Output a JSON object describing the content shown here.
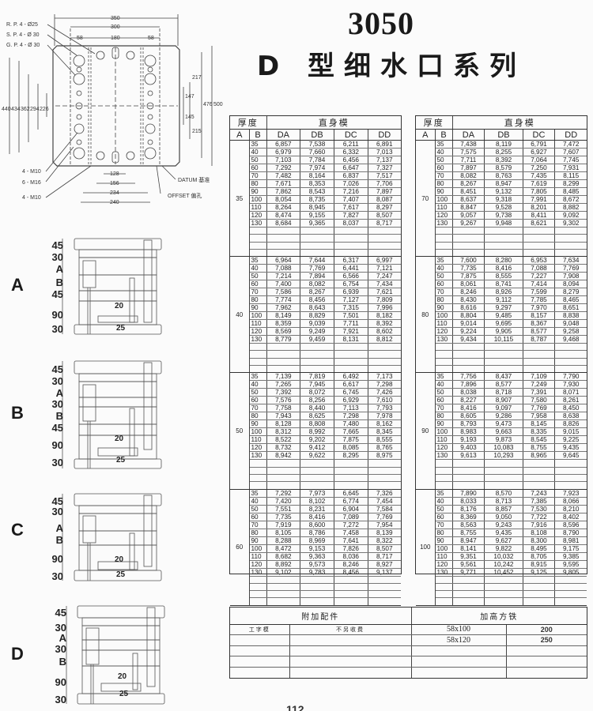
{
  "title": {
    "model": "3050",
    "series": "D 型细水口系列"
  },
  "plan_drawing": {
    "labels": {
      "rp": "R. P. 4 - Ø25",
      "sp": "S. P. 4 - Ø 30",
      "gp": "G. P. 4 - Ø 30",
      "m10_top": "4 - M10",
      "m16": "6 - M16",
      "m10_bottom": "4 - M10",
      "datum": "DATUM 基准",
      "offset": "OFFSET 偏孔"
    },
    "dims_top": [
      "350",
      "300",
      "58",
      "180",
      "58"
    ],
    "dims_left": [
      "440",
      "434",
      "362",
      "294",
      "226"
    ],
    "dims_right": [
      "217",
      "147",
      "145",
      "215",
      "476",
      "500"
    ],
    "dims_bottom": [
      "128",
      "156",
      "234",
      "240"
    ]
  },
  "side_views": [
    {
      "type": "A",
      "dims": [
        "45",
        "30",
        "A",
        "B",
        "45",
        "90",
        "30"
      ],
      "detail": [
        "20",
        "25"
      ]
    },
    {
      "type": "B",
      "dims": [
        "45",
        "30",
        "A",
        "30",
        "B",
        "45",
        "90",
        "30"
      ],
      "detail": [
        "20",
        "25"
      ]
    },
    {
      "type": "C",
      "dims": [
        "45",
        "30",
        "A",
        "B",
        "90",
        "30"
      ],
      "detail": [
        "20",
        "25"
      ]
    },
    {
      "type": "D",
      "dims": [
        "45",
        "30",
        "A",
        "30",
        "B",
        "90",
        "30"
      ],
      "detail": [
        "20",
        "25"
      ]
    }
  ],
  "spec_tables": {
    "header_thickness": "厚度",
    "header_model": "直身模",
    "col_a": "A",
    "col_b": "B",
    "columns": [
      "DA",
      "DB",
      "DC",
      "DD"
    ],
    "left": [
      {
        "a": "35",
        "rows": [
          [
            "35",
            "6,857",
            "7,538",
            "6,211",
            "6,891"
          ],
          [
            "40",
            "6,979",
            "7,660",
            "6,332",
            "7,013"
          ],
          [
            "50",
            "7,103",
            "7,784",
            "6,456",
            "7,137"
          ],
          [
            "60",
            "7,292",
            "7,974",
            "6,647",
            "7,327"
          ],
          [
            "70",
            "7,482",
            "8,164",
            "6,837",
            "7,517"
          ],
          [
            "80",
            "7,671",
            "8,353",
            "7,026",
            "7,706"
          ],
          [
            "90",
            "7,862",
            "8,543",
            "7,216",
            "7,897"
          ],
          [
            "100",
            "8,054",
            "8,735",
            "7,407",
            "8,087"
          ],
          [
            "110",
            "8,264",
            "8,945",
            "7,617",
            "8,297"
          ],
          [
            "120",
            "8,474",
            "9,155",
            "7,827",
            "8,507"
          ],
          [
            "130",
            "8,684",
            "9,365",
            "8,037",
            "8,717"
          ]
        ]
      },
      {
        "a": "40",
        "rows": [
          [
            "35",
            "6,964",
            "7,644",
            "6,317",
            "6,997"
          ],
          [
            "40",
            "7,088",
            "7,769",
            "6,441",
            "7,121"
          ],
          [
            "50",
            "7,214",
            "7,894",
            "6,566",
            "7,247"
          ],
          [
            "60",
            "7,400",
            "8,082",
            "6,754",
            "7,434"
          ],
          [
            "70",
            "7,586",
            "8,267",
            "6,939",
            "7,621"
          ],
          [
            "80",
            "7,774",
            "8,456",
            "7,127",
            "7,809"
          ],
          [
            "90",
            "7,962",
            "8,643",
            "7,315",
            "7,996"
          ],
          [
            "100",
            "8,149",
            "8,829",
            "7,501",
            "8,182"
          ],
          [
            "110",
            "8,359",
            "9,039",
            "7,711",
            "8,392"
          ],
          [
            "120",
            "8,569",
            "9,249",
            "7,921",
            "8,602"
          ],
          [
            "130",
            "8,779",
            "9,459",
            "8,131",
            "8,812"
          ]
        ]
      },
      {
        "a": "50",
        "rows": [
          [
            "35",
            "7,139",
            "7,819",
            "6,492",
            "7,173"
          ],
          [
            "40",
            "7,265",
            "7,945",
            "6,617",
            "7,298"
          ],
          [
            "50",
            "7,392",
            "8,072",
            "6,745",
            "7,426"
          ],
          [
            "60",
            "7,576",
            "8,256",
            "6,929",
            "7,610"
          ],
          [
            "70",
            "7,758",
            "8,440",
            "7,113",
            "7,793"
          ],
          [
            "80",
            "7,943",
            "8,625",
            "7,298",
            "7,978"
          ],
          [
            "90",
            "8,128",
            "8,808",
            "7,480",
            "8,162"
          ],
          [
            "100",
            "8,312",
            "8,992",
            "7,665",
            "8,345"
          ],
          [
            "110",
            "8,522",
            "9,202",
            "7,875",
            "8,555"
          ],
          [
            "120",
            "8,732",
            "9,412",
            "8,085",
            "8,765"
          ],
          [
            "130",
            "8,942",
            "9,622",
            "8,295",
            "8,975"
          ]
        ]
      },
      {
        "a": "60",
        "rows": [
          [
            "35",
            "7,292",
            "7,973",
            "6,645",
            "7,326"
          ],
          [
            "40",
            "7,420",
            "8,102",
            "6,774",
            "7,454"
          ],
          [
            "50",
            "7,551",
            "8,231",
            "6,904",
            "7,584"
          ],
          [
            "60",
            "7,735",
            "8,416",
            "7,089",
            "7,769"
          ],
          [
            "70",
            "7,919",
            "8,600",
            "7,272",
            "7,954"
          ],
          [
            "80",
            "8,105",
            "8,786",
            "7,458",
            "8,139"
          ],
          [
            "90",
            "8,288",
            "8,969",
            "7,641",
            "8,322"
          ],
          [
            "100",
            "8,472",
            "9,153",
            "7,826",
            "8,507"
          ],
          [
            "110",
            "8,682",
            "9,363",
            "8,036",
            "8,717"
          ],
          [
            "120",
            "8,892",
            "9,573",
            "8,246",
            "8,927"
          ],
          [
            "130",
            "9,102",
            "9,783",
            "8,456",
            "9,137"
          ]
        ]
      }
    ],
    "right": [
      {
        "a": "70",
        "rows": [
          [
            "35",
            "7,438",
            "8,119",
            "6,791",
            "7,472"
          ],
          [
            "40",
            "7,575",
            "8,255",
            "6,927",
            "7,607"
          ],
          [
            "50",
            "7,711",
            "8,392",
            "7,064",
            "7,745"
          ],
          [
            "60",
            "7,897",
            "8,579",
            "7,250",
            "7,931"
          ],
          [
            "70",
            "8,082",
            "8,763",
            "7,435",
            "8,115"
          ],
          [
            "80",
            "8,267",
            "8,947",
            "7,619",
            "8,299"
          ],
          [
            "90",
            "8,451",
            "9,132",
            "7,805",
            "8,485"
          ],
          [
            "100",
            "8,637",
            "9,318",
            "7,991",
            "8,672"
          ],
          [
            "110",
            "8,847",
            "9,528",
            "8,201",
            "8,882"
          ],
          [
            "120",
            "9,057",
            "9,738",
            "8,411",
            "9,092"
          ],
          [
            "130",
            "9,267",
            "9,948",
            "8,621",
            "9,302"
          ]
        ]
      },
      {
        "a": "80",
        "rows": [
          [
            "35",
            "7,600",
            "8,280",
            "6,953",
            "7,634"
          ],
          [
            "40",
            "7,735",
            "8,416",
            "7,088",
            "7,769"
          ],
          [
            "50",
            "7,875",
            "8,555",
            "7,227",
            "7,908"
          ],
          [
            "60",
            "8,061",
            "8,741",
            "7,414",
            "8,094"
          ],
          [
            "70",
            "8,246",
            "8,926",
            "7,599",
            "8,279"
          ],
          [
            "80",
            "8,430",
            "9,112",
            "7,785",
            "8,465"
          ],
          [
            "90",
            "8,616",
            "9,297",
            "7,970",
            "8,651"
          ],
          [
            "100",
            "8,804",
            "9,485",
            "8,157",
            "8,838"
          ],
          [
            "110",
            "9,014",
            "9,695",
            "8,367",
            "9,048"
          ],
          [
            "120",
            "9,224",
            "9,905",
            "8,577",
            "9,258"
          ],
          [
            "130",
            "9,434",
            "10,115",
            "8,787",
            "9,468"
          ]
        ]
      },
      {
        "a": "90",
        "rows": [
          [
            "35",
            "7,756",
            "8,437",
            "7,109",
            "7,790"
          ],
          [
            "40",
            "7,896",
            "8,577",
            "7,249",
            "7,930"
          ],
          [
            "50",
            "8,038",
            "8,718",
            "7,391",
            "8,071"
          ],
          [
            "60",
            "8,227",
            "8,907",
            "7,580",
            "8,261"
          ],
          [
            "70",
            "8,416",
            "9,097",
            "7,769",
            "8,450"
          ],
          [
            "80",
            "8,605",
            "9,286",
            "7,958",
            "8,638"
          ],
          [
            "90",
            "8,793",
            "9,473",
            "8,145",
            "8,826"
          ],
          [
            "100",
            "8,983",
            "9,663",
            "8,335",
            "9,015"
          ],
          [
            "110",
            "9,193",
            "9,873",
            "8,545",
            "9,225"
          ],
          [
            "120",
            "9,403",
            "10,083",
            "8,755",
            "9,435"
          ],
          [
            "130",
            "9,613",
            "10,293",
            "8,965",
            "9,645"
          ]
        ]
      },
      {
        "a": "100",
        "rows": [
          [
            "35",
            "7,890",
            "8,570",
            "7,243",
            "7,923"
          ],
          [
            "40",
            "8,033",
            "8,713",
            "7,385",
            "8,066"
          ],
          [
            "50",
            "8,176",
            "8,857",
            "7,530",
            "8,210"
          ],
          [
            "60",
            "8,369",
            "9,050",
            "7,722",
            "8,402"
          ],
          [
            "70",
            "8,563",
            "9,243",
            "7,916",
            "8,596"
          ],
          [
            "80",
            "8,755",
            "9,435",
            "8,108",
            "8,790"
          ],
          [
            "90",
            "8,947",
            "9,627",
            "8,300",
            "8,981"
          ],
          [
            "100",
            "8,141",
            "9,822",
            "8,495",
            "9,175"
          ],
          [
            "110",
            "9,351",
            "10,032",
            "8,705",
            "9,385"
          ],
          [
            "120",
            "9,561",
            "10,242",
            "8,915",
            "9,595"
          ],
          [
            "130",
            "9,771",
            "10,452",
            "9,125",
            "9,805"
          ]
        ]
      }
    ]
  },
  "accessories": {
    "header_left": "附加配件",
    "header_right": "加高方铁",
    "rows": [
      [
        "工字模",
        "不另收费",
        "58x100",
        "200"
      ],
      [
        "",
        "",
        "58x120",
        "250"
      ],
      [
        "",
        "",
        "",
        ""
      ],
      [
        "",
        "",
        "",
        ""
      ],
      [
        "",
        "",
        "",
        ""
      ]
    ]
  },
  "page_number": "112"
}
